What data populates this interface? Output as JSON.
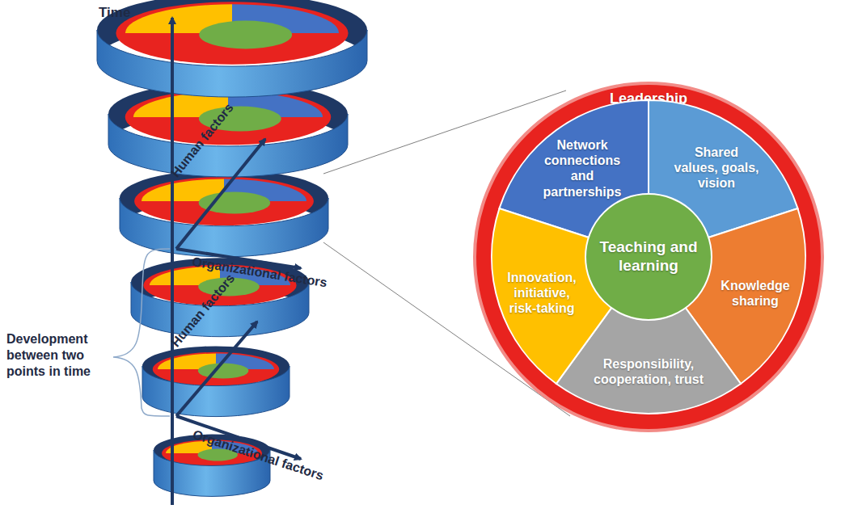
{
  "diagram": {
    "nodes": [
      {
        "text": [
          "Leadership"
        ]
      },
      {
        "text": [
          "Network connections and partnerships"
        ],
        "in": 0
      },
      {
        "text": [
          "Shared values, goals, vision"
        ],
        "in": 0
      },
      {
        "text": [
          "Knowledge sharing"
        ],
        "in": 0
      },
      {
        "text": [
          "Responsibility, cooperation, trust"
        ],
        "in": 0
      },
      {
        "text": [
          "Innovation, initiative, risk-taking"
        ],
        "in": 0
      },
      {
        "text": [
          "Teaching and learning"
        ],
        "in": 0
      }
    ],
    "labels": [
      "Time",
      "Human factors",
      "Organizational factors",
      "Development between two points in time",
      "Human factors",
      "Organizational factors"
    ]
  }
}
